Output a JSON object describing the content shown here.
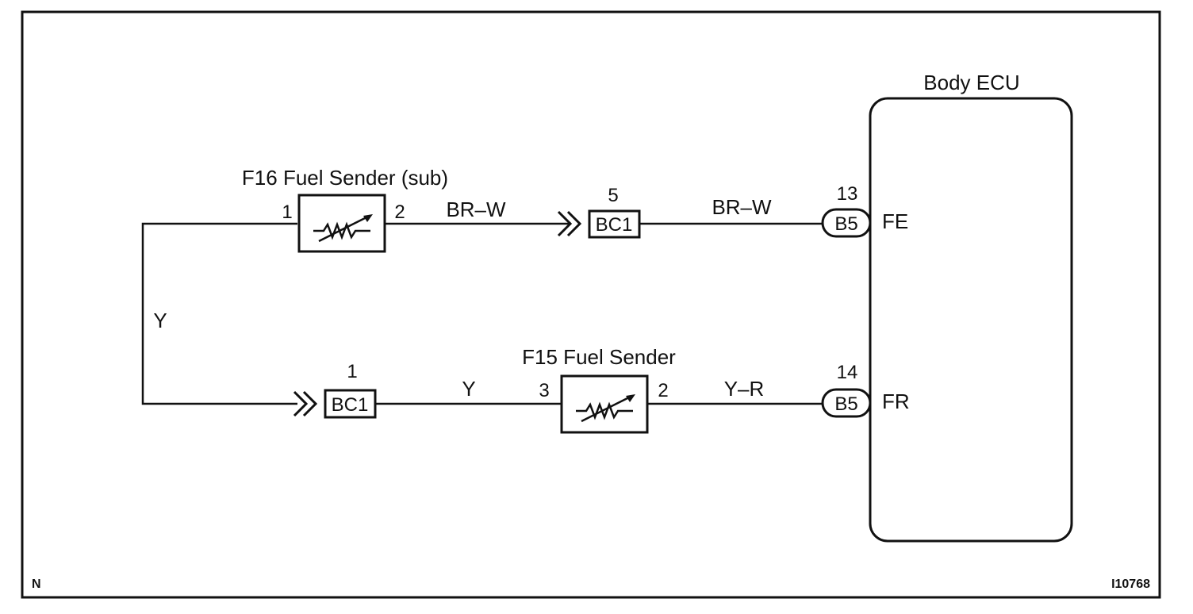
{
  "ecu": {
    "label": "Body ECU"
  },
  "f16": {
    "label": "F16 Fuel Sender (sub)",
    "pin_left": "1",
    "pin_right": "2"
  },
  "f15": {
    "label": "F15 Fuel Sender",
    "pin_left": "3",
    "pin_right": "2"
  },
  "connectors": {
    "bc1_top": {
      "label": "BC1",
      "pin": "5"
    },
    "bc1_bottom": {
      "label": "BC1",
      "pin": "1"
    },
    "b5_top": {
      "label": "B5",
      "pin": "13",
      "terminal": "FE"
    },
    "b5_bottom": {
      "label": "B5",
      "pin": "14",
      "terminal": "FR"
    }
  },
  "wires": {
    "top_left": "BR–W",
    "top_right": "BR–W",
    "vertical": "Y",
    "bottom_mid": "Y",
    "bottom_right": "Y–R"
  },
  "corner_left": "N",
  "figure_code": "I10768"
}
